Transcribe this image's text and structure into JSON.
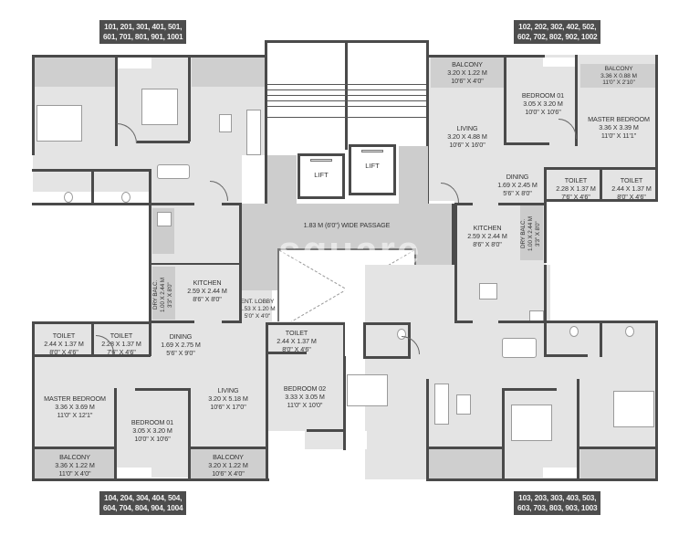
{
  "unit_tags": {
    "top_left": [
      "101, 201, 301, 401, 501,",
      "601, 701, 801, 901, 1001"
    ],
    "top_right": [
      "102, 202, 302, 402, 502,",
      "602, 702, 802, 902, 1002"
    ],
    "bottom_left": [
      "104, 204, 304, 404, 504,",
      "604, 704, 804, 904, 1004"
    ],
    "bottom_right": [
      "103, 203, 303, 403, 503,",
      "603, 703, 803, 903, 1003"
    ]
  },
  "core": {
    "lift_left": "LIFT",
    "lift_right": "LIFT",
    "passage": "1.83 M (6'0\") WIDE PASSAGE",
    "watermark": "square"
  },
  "unit_02": {
    "balcony_living": {
      "name": "BALCONY",
      "metric": "3.20 X 1.22 M",
      "imperial": "10'6\" X 4'0\""
    },
    "bedroom_01": {
      "name": "BEDROOM 01",
      "metric": "3.05 X 3.20 M",
      "imperial": "10'0\" X 10'6\""
    },
    "balcony_master": {
      "name": "BALCONY",
      "metric": "3.36 X 0.88 M",
      "imperial": "11'0\" X 2'10\""
    },
    "master_bedroom": {
      "name": "MASTER BEDROOM",
      "metric": "3.36 X 3.39 M",
      "imperial": "11'0\" X 11'1\""
    },
    "living": {
      "name": "LIVING",
      "metric": "3.20 X 4.88 M",
      "imperial": "10'6\" X 16'0\""
    },
    "dining": {
      "name": "DINING",
      "metric": "1.69 X 2.45 M",
      "imperial": "5'6\" X 8'0\""
    },
    "toilet_1": {
      "name": "TOILET",
      "metric": "2.28 X 1.37 M",
      "imperial": "7'6\" X 4'6\""
    },
    "toilet_2": {
      "name": "TOILET",
      "metric": "2.44 X 1.37 M",
      "imperial": "8'0\" X 4'6\""
    },
    "kitchen": {
      "name": "KITCHEN",
      "metric": "2.59 X 2.44 M",
      "imperial": "8'6\" X 8'0\""
    },
    "dry_balcony": {
      "name": "DRY BALC.",
      "metric": "1.00 X 2.44 M",
      "imperial": "3'3\" X 8'0\""
    }
  },
  "unit_04": {
    "dry_balcony": {
      "name": "DRY BALC.",
      "metric": "1.00 X 2.44 M",
      "imperial": "3'3\" X 8'0\""
    },
    "kitchen": {
      "name": "KITCHEN",
      "metric": "2.59 X 2.44 M",
      "imperial": "8'6\" X 8'0\""
    },
    "ent_lobby": {
      "name": "ENT. LOBBY",
      "metric": "1.53 X 1.20 M",
      "imperial": "5'0\" X 4'0\""
    },
    "toilet_1": {
      "name": "TOILET",
      "metric": "2.44 X 1.37 M",
      "imperial": "8'0\" X 4'6\""
    },
    "toilet_2": {
      "name": "TOILET",
      "metric": "2.28 X 1.37 M",
      "imperial": "7'6\" X 4'6\""
    },
    "dining": {
      "name": "DINING",
      "metric": "1.69 X 2.75 M",
      "imperial": "5'6\" X 9'0\""
    },
    "toilet_3": {
      "name": "TOILET",
      "metric": "2.44 X 1.37 M",
      "imperial": "8'0\" X 4'6\""
    },
    "master_bedroom": {
      "name": "MASTER BEDROOM",
      "metric": "3.36 X 3.69 M",
      "imperial": "11'0\" X 12'1\""
    },
    "bedroom_01": {
      "name": "BEDROOM 01",
      "metric": "3.05 X 3.20 M",
      "imperial": "10'0\" X 10'6\""
    },
    "living": {
      "name": "LIVING",
      "metric": "3.20 X 5.18 M",
      "imperial": "10'6\" X 17'0\""
    },
    "bedroom_02": {
      "name": "BEDROOM 02",
      "metric": "3.33 X 3.05 M",
      "imperial": "11'0\" X 10'0\""
    },
    "balcony_master": {
      "name": "BALCONY",
      "metric": "3.36 X 1.22 M",
      "imperial": "11'0\" X 4'0\""
    },
    "balcony_living": {
      "name": "BALCONY",
      "metric": "3.20 X 1.22 M",
      "imperial": "10'6\" X 4'0\""
    }
  }
}
